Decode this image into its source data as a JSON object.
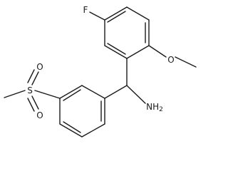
{
  "labels": {
    "fluorine": "F",
    "methoxy_oxygen": "O",
    "sulfur": "S",
    "sulfonyl_oxygen_upper": "O",
    "sulfonyl_oxygen_lower": "O",
    "amine": "NH",
    "amine_subscript": "2"
  }
}
